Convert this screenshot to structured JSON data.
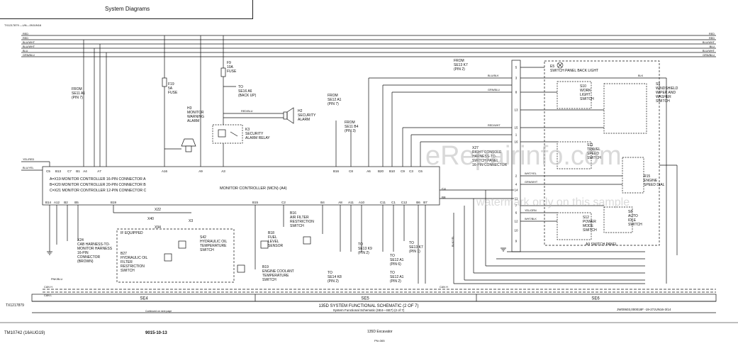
{
  "header": {
    "title": "System Diagrams"
  },
  "doc_id_top": "TX1217879 —UN—09JUN16",
  "watermark": "eRepairinfo.com",
  "watermark_sub": "watermark only on this sample",
  "bus_labels": [
    "RED",
    "RED",
    "BLU/WHT",
    "BLU/WHT",
    "BLU",
    "GRN/BLU"
  ],
  "bus_right_labels": [
    "RED",
    "RED",
    "BLU/WHT",
    "BLU",
    "BLU/WHT",
    "GRN/BLU"
  ],
  "fuses": {
    "f9": [
      "F9",
      "10A",
      "FUSE"
    ],
    "f19": [
      "F19",
      "5A",
      "FUSE"
    ]
  },
  "callouts": {
    "to_se16": [
      "TO",
      "SE16 A6",
      "(BACK UP)"
    ],
    "from_se11": [
      "FROM",
      "SE11 A1",
      "(PIN 7)"
    ],
    "from_se12": [
      "FROM",
      "SE12 A1",
      "(PIN 7)"
    ],
    "from_se11b4": [
      "FROM",
      "SE11 B4",
      "(PIN 3)"
    ],
    "from_se13k7": [
      "FROM",
      "SE13 K7",
      "(PIN 2)"
    ],
    "to_se13k9": [
      "TO",
      "SE13 K9",
      "(PIN 2)"
    ],
    "to_se12a1": [
      "TO",
      "SE12 A1",
      "(PIN 6)"
    ],
    "to_se13k7": [
      "TO",
      "SE13 K7",
      "(PIN 1)"
    ],
    "to_se14k8": [
      "TO",
      "SE14 K8",
      "(PIN 2)"
    ],
    "to_se12a1b": [
      "TO",
      "SE12 A1",
      "(PIN 2)"
    ]
  },
  "components": {
    "h3": [
      "H3",
      "MONITOR",
      "WARNING",
      "ALARM"
    ],
    "h2": [
      "H2",
      "SECURITY",
      "ALARM"
    ],
    "k3": [
      "K3",
      "SECURITY",
      "ALARM RELAY"
    ],
    "b16": [
      "B16",
      "AIR FILTER",
      "RESTRICTION",
      "SWITCH"
    ],
    "b18": [
      "B18",
      "FUEL",
      "LEVEL",
      "SENSOR"
    ],
    "b19": [
      "B19",
      "ENGINE COOLANT",
      "TEMPERATURE",
      "SWITCH"
    ],
    "s42": [
      "S42",
      "HYDRAULIC OIL",
      "TEMPERATURE",
      "SWITCH"
    ],
    "b27": [
      "B27",
      "HYDRAULIC OIL",
      "FILTER",
      "RESTRICTION",
      "SWITCH"
    ],
    "x24": [
      "X24",
      "CAB HARNESS-TO-",
      "MONITOR HARNESS",
      "16-PIN",
      "CONNECTOR",
      "(BROWN)"
    ],
    "x27": [
      "X27",
      "RIGHT CONSOLE",
      "HARNESS-TO-",
      "SWITCH PANEL",
      "16-PIN CONNECTOR"
    ],
    "e5": [
      "E5",
      "SWITCH PANEL BACK LIGHT"
    ],
    "s10": [
      "S10",
      "WORK",
      "LIGHT",
      "SWITCH"
    ],
    "s9": [
      "S9",
      "WINDSHIELD",
      "WIPER AND",
      "WASHER",
      "SWITCH"
    ],
    "s11": [
      "S11",
      "TRAVEL",
      "SPEED",
      "SWITCH"
    ],
    "r15": [
      "R15",
      "ENGINE",
      "SPEED DIAL"
    ],
    "s12": [
      "S12",
      "POWER",
      "MODE",
      "SWITCH"
    ],
    "s8": [
      "S8",
      "AUTO",
      "IDLE",
      "SWITCH"
    ],
    "a9": "A9 SWITCH PANEL",
    "if_equipped": "IF EQUIPPED",
    "x22": "X22",
    "x40": "X40",
    "x94": "X94",
    "x3": "X3"
  },
  "controller": {
    "title": "MONITOR CONTROLLER (MCN) (A4)",
    "legend": [
      "A=X19 MONITOR CONTROLLER 16-PIN CONNECTOR A",
      "B=X20 MONITOR CONTROLLER 20-PIN CONNECTOR B",
      "C=X21 MONITOR CONTROLLER 12-PIN CONNECTOR C"
    ],
    "top_pins": [
      "C5",
      "B13",
      "C7",
      "B1",
      "A4",
      "A7",
      "A16",
      "A9",
      "A3",
      "B16",
      "C8",
      "A6",
      "B20",
      "B10",
      "C9",
      "C3",
      "C6"
    ],
    "bottom_pins": [
      "B14",
      "A12",
      "B2",
      "B5",
      "B19",
      "B15",
      "C2",
      "B4",
      "A8",
      "A11",
      "A10",
      "C11",
      "C1",
      "C12",
      "B6",
      "B7"
    ],
    "right_pins": [
      "C4",
      "B8"
    ]
  },
  "x27_pins": [
    "5",
    "3",
    "8",
    "13",
    "15",
    "1",
    "16",
    "2",
    "4",
    "14",
    "11",
    "7",
    "6",
    "12",
    "10",
    "9"
  ],
  "wire_labels": {
    "yel_red": "YEL/RED",
    "blu_yel": "BLU/YEL",
    "red_blu": "RED/BLU",
    "grn_blu": "GRN/BLU",
    "blu_blk": "BLU/BLK",
    "red_wht": "RED/WHT",
    "blk": "BLK",
    "blk_yel": "BLK/YEL",
    "pnk_blu": "PNK/BLU",
    "wht_yel": "WHT/YEL",
    "yel_grn": "YEL/GRN",
    "grn_wht": "GRN/WHT",
    "wht_blk": "WHT/BLK",
    "can_h": "CAN H",
    "can_l": "CAN L"
  },
  "sections": [
    "SE4",
    "SE5",
    "SE6"
  ],
  "caption": "135D SYSTEM FUNCTIONAL SCHEMATIC (2 OF 7)",
  "caption_sub": "System Functional Schematic (SE4—SE7) (2 of 7)",
  "doc_id_bottom": "TX1217879",
  "continued": "Continued on next page",
  "ref_right": "JW00603,000018F -19-27JUN16-3/14",
  "footer": {
    "manual": "TM10742 (16AUG19)",
    "page": "9015-10-13",
    "model": "135D Excavator",
    "pn": "PN=365"
  }
}
